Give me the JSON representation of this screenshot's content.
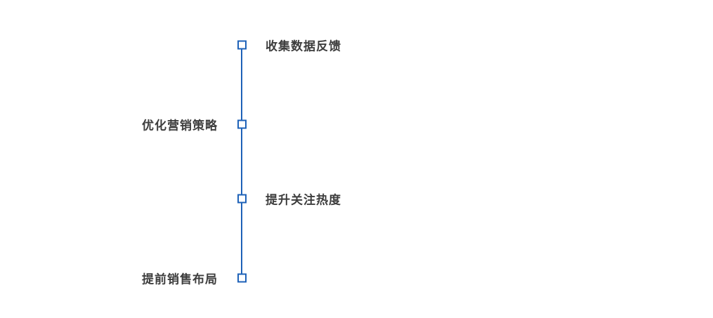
{
  "colors": {
    "accent": "#1e62b8",
    "label": "#3d3d3d"
  },
  "timeline": {
    "orientation": "vertical",
    "items": [
      {
        "label": "收集数据反馈",
        "side": "right"
      },
      {
        "label": "优化营销策略",
        "side": "left"
      },
      {
        "label": "提升关注热度",
        "side": "right"
      },
      {
        "label": "提前销售布局",
        "side": "left"
      }
    ]
  }
}
